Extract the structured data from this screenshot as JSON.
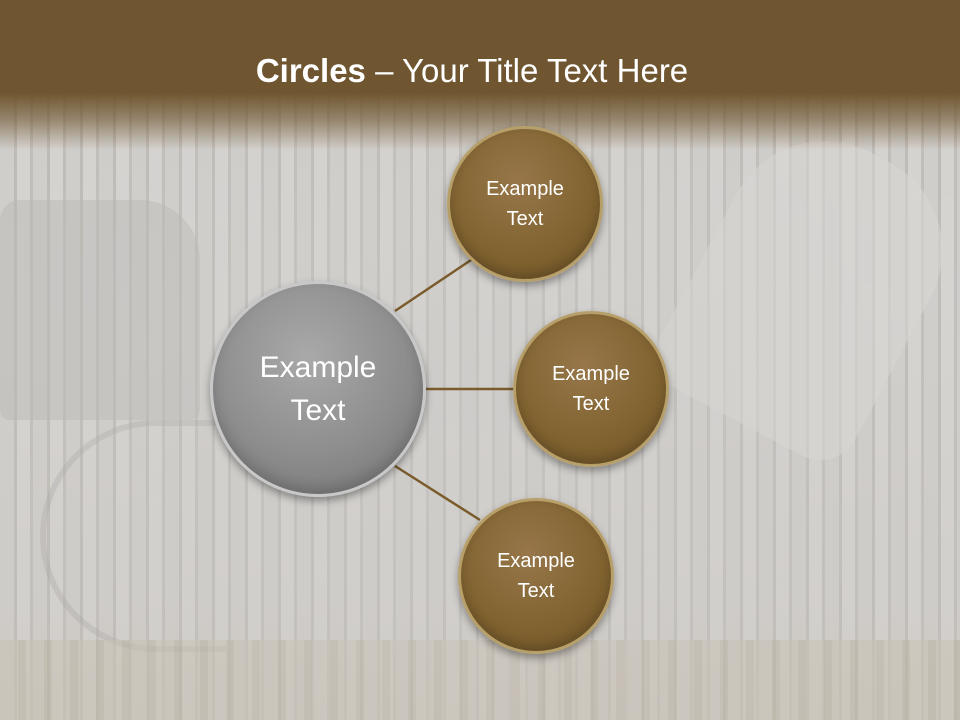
{
  "slide": {
    "title_bold": "Circles",
    "title_rest": " – Your Title Text Here"
  },
  "hub": {
    "label": "Example\nText"
  },
  "nodes": [
    {
      "label": "Example\nText"
    },
    {
      "label": "Example\nText"
    },
    {
      "label": "Example\nText"
    }
  ],
  "colors": {
    "header": "#6f5630",
    "node_fill": "#80622f",
    "hub_fill": "#8d8d8d",
    "connector": "#7a5c2c"
  }
}
